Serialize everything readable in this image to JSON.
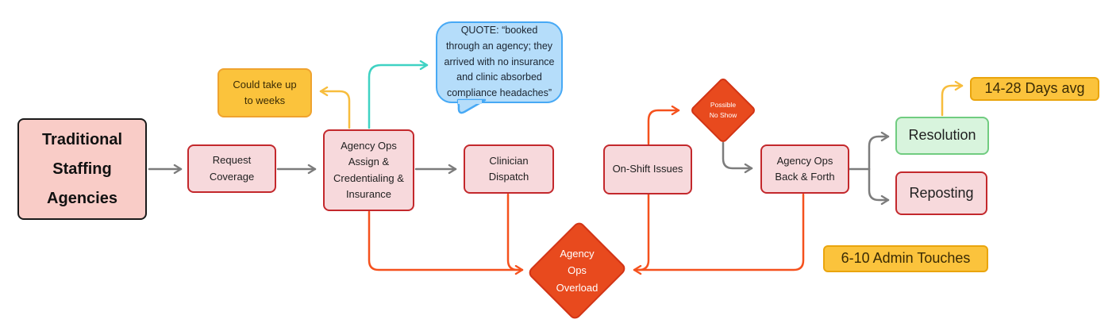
{
  "colors": {
    "pink_fill": "#F7D9DC",
    "pink_border": "#C3282C",
    "salmon_fill": "#F9CCC7",
    "black_border": "#1A1A1A",
    "yellow_fill": "#FBC33C",
    "yellow_border": "#EFA32F",
    "green_fill": "#D8F4DD",
    "green_border": "#70CC80",
    "blue_fill": "#B5DDFA",
    "blue_border": "#47A9F5",
    "diamond_fill": "#E84A1E",
    "diamond_border": "#D23415",
    "arrow_gray": "#7C7C7C",
    "arrow_red": "#F5511D",
    "arrow_yellow": "#F7BD3D",
    "arrow_teal": "#3FD2C3"
  },
  "nodes": {
    "traditional": {
      "label": "Traditional\nStaffing\nAgencies"
    },
    "request_coverage": {
      "label": "Request\nCoverage"
    },
    "could_take_weeks": {
      "label": "Could take up\nto weeks"
    },
    "agency_ops_assign": {
      "label": "Agency Ops\nAssign &\nCredentialing &\nInsurance"
    },
    "quote_bubble": {
      "label": "QUOTE:  “booked\nthrough an agency; they\narrived with no insurance\nand clinic absorbed\ncompliance headaches”"
    },
    "clinician_dispatch": {
      "label": "Clinician\nDispatch"
    },
    "on_shift_issues": {
      "label": "On-Shift Issues"
    },
    "possible_no_show": {
      "label": "Possible\nNo Show"
    },
    "agency_ops_back_forth": {
      "label": "Agency Ops\nBack & Forth"
    },
    "resolution": {
      "label": "Resolution"
    },
    "reposting": {
      "label": "Reposting"
    },
    "days_avg_badge": {
      "label": "14-28 Days avg"
    },
    "admin_touches_badge": {
      "label": "6-10 Admin Touches"
    },
    "agency_ops_overload": {
      "label": "Agency\nOps\nOverload"
    }
  }
}
